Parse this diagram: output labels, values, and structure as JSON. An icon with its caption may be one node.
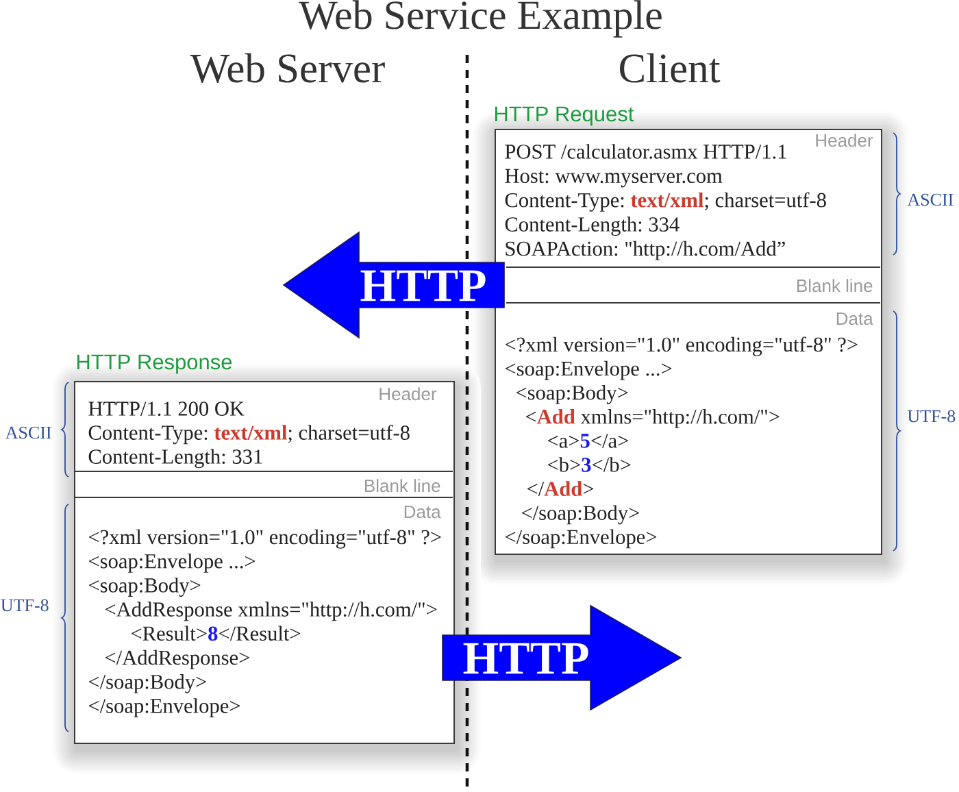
{
  "diagram": {
    "title": "Web Service Example",
    "nodes": [
      {
        "text": [
          "HTTP Request"
        ]
      },
      {
        "text": [
          "Header",
          "POST /calculator.asmx HTTP/1.1",
          "Host: www.myserver.com",
          "Content-Type: **text/xml**; charset=utf-8",
          "Content-Length: 334",
          "SOAPAction: \"http://h.com/Add”"
        ],
        "in": 0,
        "beside": [
          "ASCII"
        ]
      },
      {
        "text": [
          "Blank line"
        ],
        "in": 0
      },
      {
        "text": [
          "Data",
          "<?xml version=\"1.0\" encoding=\"utf-8\" ?>",
          "<soap:Envelope ...>",
          "<soap:Body>",
          "<**Add** xmlns=\"http://h.com/\">",
          "<a>**5**</a>",
          "<b>**3**</b>",
          "</**Add**>",
          "</soap:Body>",
          "</soap:Envelope>"
        ],
        "in": 0,
        "beside": [
          "UTF-8"
        ]
      },
      {
        "text": [
          "HTTP Response"
        ]
      },
      {
        "text": [
          "Header",
          "HTTP/1.1 200 OK",
          "Content-Type: **text/xml**; charset=utf-8",
          "Content-Length: 331"
        ],
        "in": 4,
        "beside": [
          "ASCII"
        ]
      },
      {
        "text": [
          "Blank line"
        ],
        "in": 4
      },
      {
        "text": [
          "Data",
          "<?xml version=\"1.0\" encoding=\"utf-8\" ?>",
          "<soap:Envelope ...>",
          "<soap:Body>",
          "<AddResponse xmlns=\"http://h.com/\">",
          "<Result>**8**</Result>",
          "</AddResponse>",
          "</soap:Body>",
          "</soap:Envelope>"
        ],
        "in": 4,
        "beside": [
          "UTF-8"
        ]
      }
    ],
    "edges": [
      {
        "from": 0,
        "to": null,
        "arrow": "to",
        "label": "HTTP"
      },
      {
        "from": 4,
        "to": null,
        "arrow": "to",
        "label": "HTTP"
      }
    ],
    "labels": [
      "Web Server",
      "Client"
    ]
  }
}
